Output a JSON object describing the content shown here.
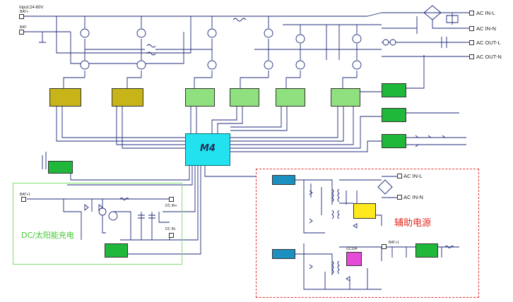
{
  "labels": {
    "input": "Input:24-60V",
    "bat_plus": "BAT+",
    "bat_minus": "BAT-",
    "ac_in_l": "AC IN-L",
    "ac_in_n": "AC IN-N",
    "ac_out_l": "AC OUT-L",
    "ac_out_n": "AC OUT-N",
    "m4": "M4",
    "dc_solar": "DC/太阳能充电",
    "aux_power": "辅助电源",
    "aux_ac_in_l": "AC IN-L",
    "aux_ac_in_n": "AC IN-N",
    "dc_bat": "BAT+1",
    "dc_in_plus": "DC IN+",
    "dc_in_minus": "DC IN-",
    "aux_bat": "BAT+1",
    "ic_label": "UC184"
  },
  "colors": {
    "wire": "#1e2a78",
    "m4": "#21e2ee",
    "olive_module": "#c6b418",
    "light_green_module": "#8fe07e",
    "dark_green_module": "#1fb83a",
    "yellow_ic": "#ffe81c",
    "pink_ic": "#e54ad8",
    "blue_module": "#1a8fc0",
    "dc_box_border": "#7ddf6a",
    "aux_box_border": "#e3322c"
  }
}
